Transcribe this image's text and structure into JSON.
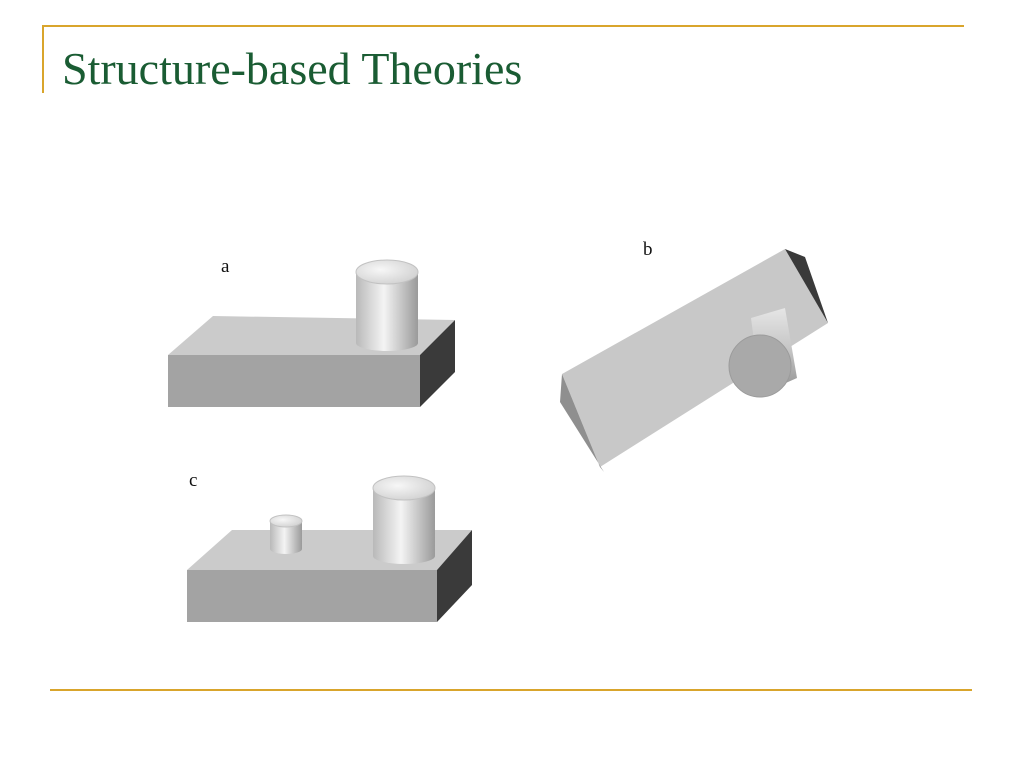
{
  "slide": {
    "title": "Structure-based Theories",
    "title_color": "#1a5c33",
    "accent_color": "#d9a52c"
  },
  "figure": {
    "labels": {
      "a": "a",
      "b": "b",
      "c": "c"
    }
  }
}
